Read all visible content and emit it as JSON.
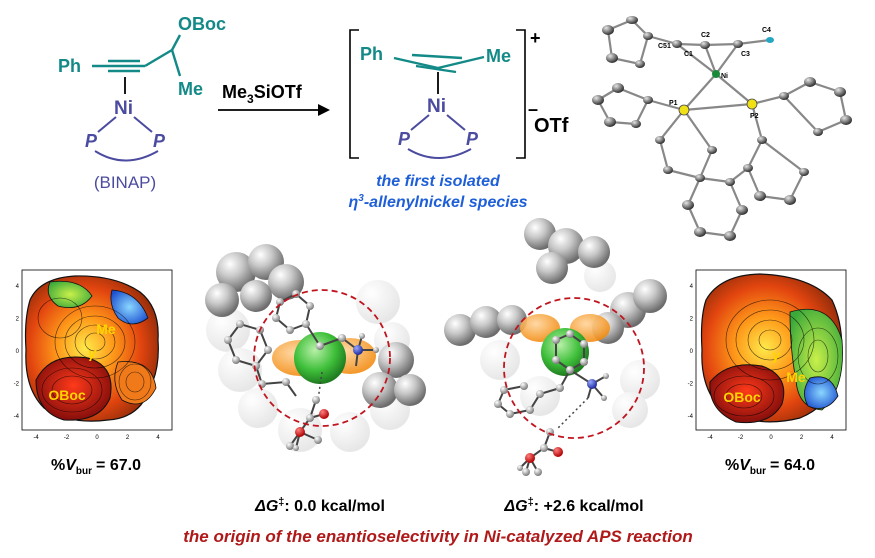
{
  "colors": {
    "teal": "#138a87",
    "purple": "#4b4ba0",
    "blue": "#1e5fd8",
    "darkred": "#b01919",
    "black": "#000000",
    "map_yellow": "#ffd400"
  },
  "scheme": {
    "reactant": {
      "ph": "Ph",
      "oboc": "OBoc",
      "me": "Me",
      "ni": "Ni",
      "p_left": "P",
      "p_right": "P",
      "ligand": "(BINAP)"
    },
    "reagent": {
      "main": "Me",
      "sub": "3",
      "rest": "SiOTf"
    },
    "product": {
      "ph": "Ph",
      "me": "Me",
      "ni": "Ni",
      "p_left": "P",
      "p_right": "P",
      "charge": "+",
      "counterion_minus": "–",
      "counterion": "OTf"
    },
    "caption_line1": "the first isolated",
    "caption_line2_eta": "η",
    "caption_line2_sup": "3",
    "caption_line2_rest": "-allenylnickel species"
  },
  "crystal": {
    "labels": [
      "C51",
      "C1",
      "C2",
      "C3",
      "C4",
      "Ni",
      "P1",
      "P2"
    ]
  },
  "maps": {
    "axis_ticks_x": [
      "-4",
      "-2",
      "0",
      "2",
      "4"
    ],
    "axis_ticks_y": [
      "4",
      "2",
      "0",
      "-2",
      "-4"
    ],
    "left": {
      "labels": {
        "me": "Me",
        "gamma": "γ",
        "oboc": "OBoc"
      },
      "vbur_prefix": "%",
      "vbur_symbol": "V",
      "vbur_sub": "bur",
      "vbur_value": "= 67.0"
    },
    "right": {
      "labels": {
        "me": "Me",
        "gamma": "γ",
        "oboc": "OBoc"
      },
      "vbur_prefix": "%",
      "vbur_symbol": "V",
      "vbur_sub": "bur",
      "vbur_value": "= 64.0"
    }
  },
  "energies": {
    "left": {
      "symbol": "ΔG",
      "dagger": "‡",
      "value": ": 0.0 kcal/mol"
    },
    "right": {
      "symbol": "ΔG",
      "dagger": "‡",
      "value": ": +2.6 kcal/mol"
    }
  },
  "footer": "the origin of the enantioselectivity in Ni-catalyzed APS reaction"
}
